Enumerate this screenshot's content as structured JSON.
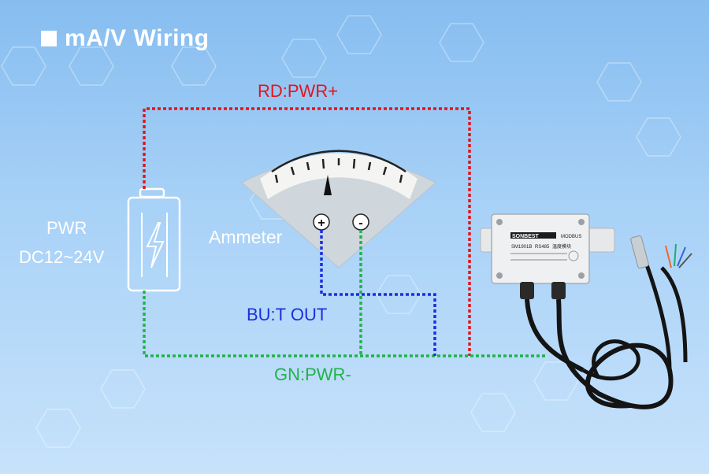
{
  "title": "mA/V Wiring",
  "wires": {
    "red_label": "RD:PWR+",
    "blue_label": "BU:T OUT",
    "green_label": "GN:PWR-"
  },
  "power": {
    "line1": "PWR",
    "line2": "DC12~24V"
  },
  "ammeter": {
    "label": "Ammeter",
    "plus": "+",
    "minus": "-"
  },
  "device": {
    "brand": "SONBEST",
    "protocol": "MODBUS",
    "model": "SM1901B",
    "interface": "RS485",
    "name_cn": "温度模块"
  },
  "colors": {
    "red": "#e4141b",
    "blue": "#1a2fe0",
    "green": "#21b34a",
    "background": "#a9d2f7"
  }
}
